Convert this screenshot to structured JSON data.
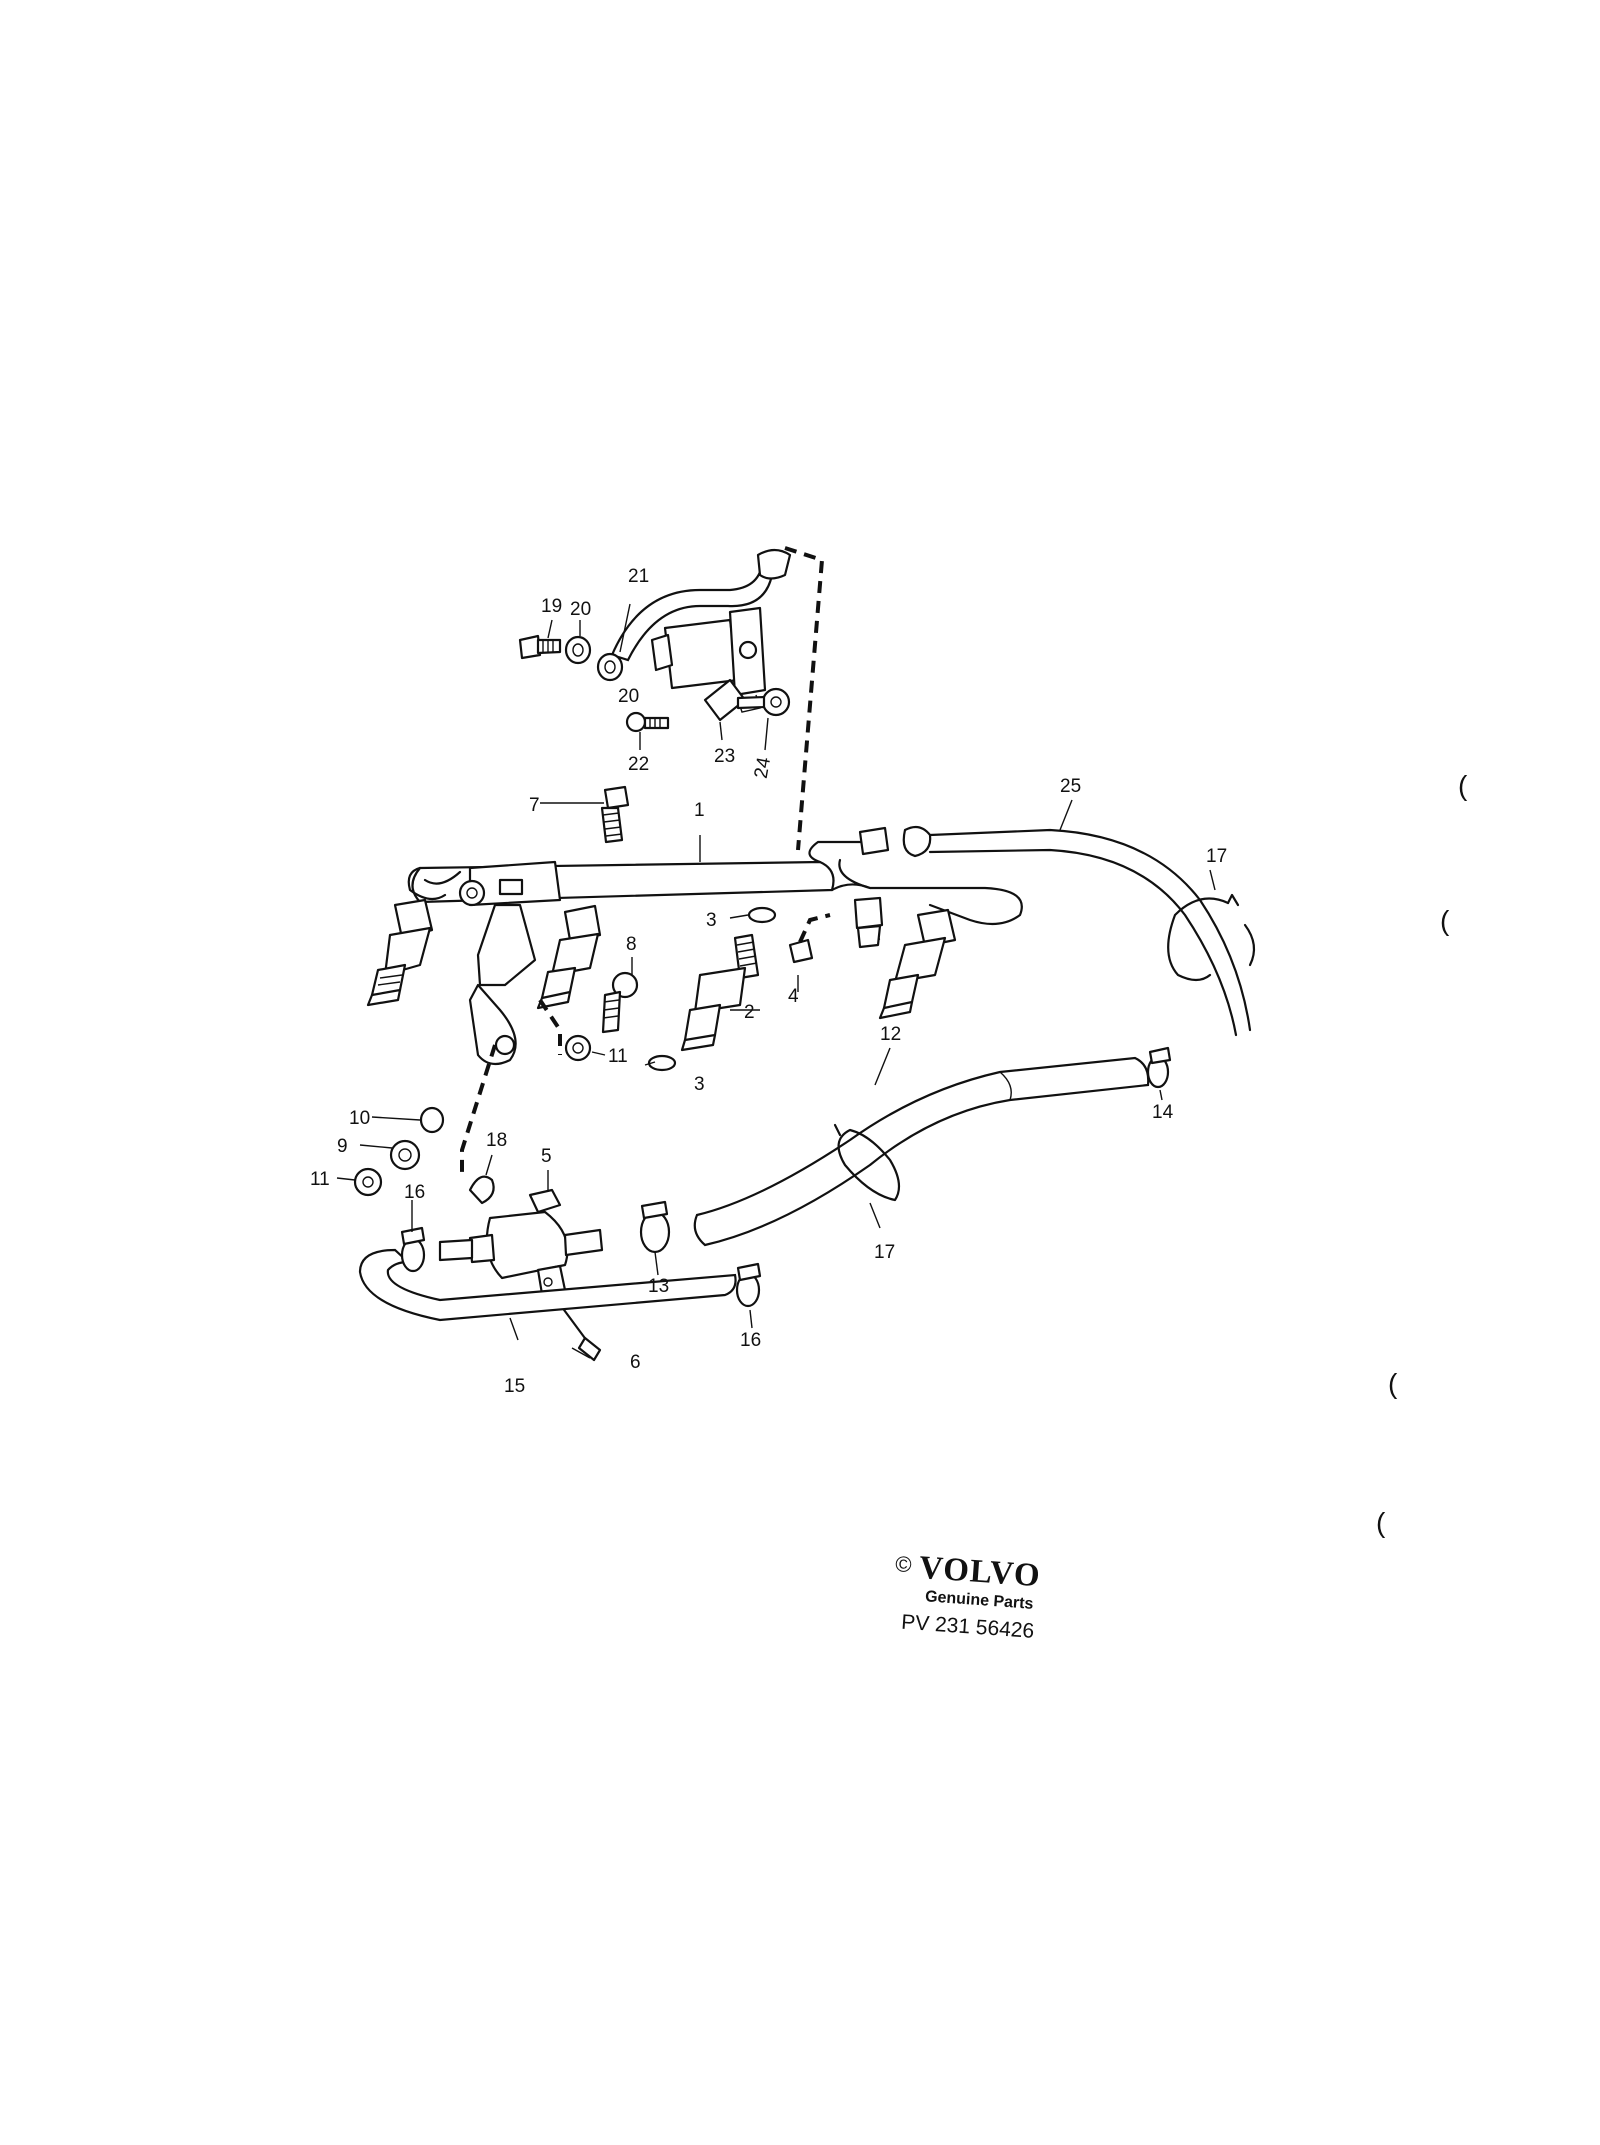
{
  "diagram": {
    "callouts": [
      "1",
      "2",
      "3",
      "3",
      "4",
      "5",
      "6",
      "7",
      "8",
      "9",
      "10",
      "11",
      "11",
      "12",
      "13",
      "14",
      "15",
      "16",
      "16",
      "17",
      "17",
      "18",
      "19",
      "20",
      "20",
      "21",
      "22",
      "23",
      "24",
      "25"
    ]
  },
  "branding": {
    "copyright_symbol": "©",
    "brand_name": "VOLVO",
    "tagline": "Genuine Parts",
    "part_number": "PV 231 56426"
  },
  "margin_marks": [
    "(",
    "(",
    "(",
    "("
  ]
}
